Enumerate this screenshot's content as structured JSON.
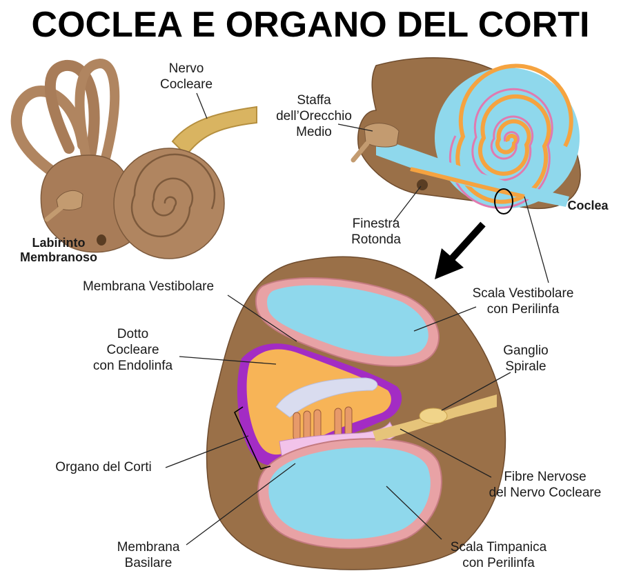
{
  "title": "COCLEA E ORGANO DEL CORTI",
  "labels": {
    "nervo_cocleare": [
      "Nervo",
      "Cocleare"
    ],
    "labirinto": [
      "Labirinto",
      "Membranoso"
    ],
    "staffa": [
      "Staffa",
      "dell’Orecchio",
      "Medio"
    ],
    "finestra": [
      "Finestra",
      "Rotonda"
    ],
    "coclea": "Coclea",
    "membrana_vestibolare": "Membrana Vestibolare",
    "scala_vestibolare": [
      "Scala Vestibolare",
      "con Perilinfa"
    ],
    "dotto_cocleare": [
      "Dotto",
      "Cocleare",
      "con Endolinfa"
    ],
    "ganglio": [
      "Ganglio",
      "Spirale"
    ],
    "organo_corti": "Organo del Corti",
    "fibre_nervose": [
      "Fibre Nervose",
      "del Nervo Cocleare"
    ],
    "membrana_basilare": [
      "Membrana",
      "Basilare"
    ],
    "scala_timpanica": [
      "Scala Timpanica",
      "con Perilinfa"
    ]
  },
  "colors": {
    "bone": "#9a7048",
    "snail": "#b08560",
    "nerve": "#d9b461",
    "perilymph": "#8fd8ec",
    "endolymph": "#f7b457",
    "membrane": "#e8a2a5",
    "purple": "#a32cc4",
    "orange": "#f5a340"
  }
}
